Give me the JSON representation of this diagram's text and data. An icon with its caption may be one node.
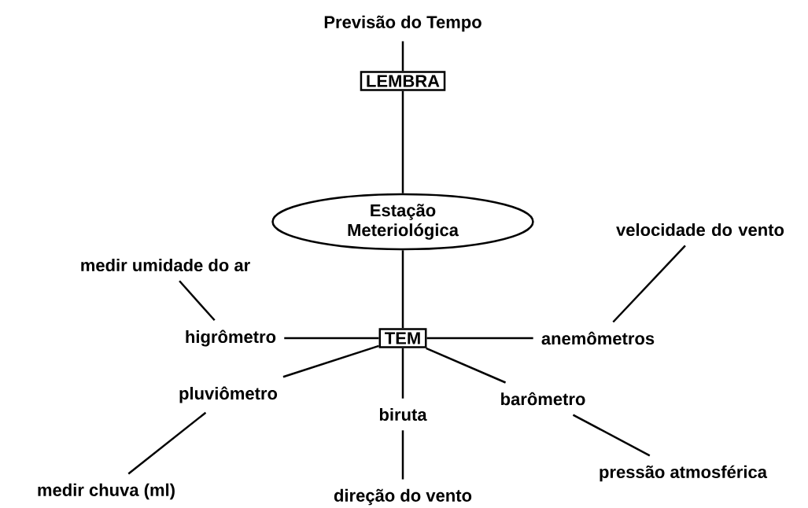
{
  "diagram": {
    "nodes": [
      {
        "text": [
          "Previsão do Tempo"
        ]
      },
      {
        "text": [
          "LEMBRA"
        ]
      },
      {
        "text": [
          "Estação Meteriológica"
        ]
      },
      {
        "text": [
          "TEM"
        ]
      },
      {
        "text": [
          "medir umidade do ar"
        ]
      },
      {
        "text": [
          "higrômetro"
        ]
      },
      {
        "text": [
          "velocidade do vento"
        ]
      },
      {
        "text": [
          "anemômetros"
        ]
      },
      {
        "text": [
          "pluviômetro"
        ]
      },
      {
        "text": [
          "biruta"
        ]
      },
      {
        "text": [
          "barômetro"
        ]
      },
      {
        "text": [
          "medir chuva (ml)"
        ]
      },
      {
        "text": [
          "direção do vento"
        ]
      },
      {
        "text": [
          "pressão atmosférica"
        ]
      }
    ],
    "edges": [
      {
        "from": 0,
        "to": 1,
        "arrow": "none"
      },
      {
        "from": 1,
        "to": 2,
        "arrow": "none"
      },
      {
        "from": 2,
        "to": 3,
        "arrow": "none"
      },
      {
        "from": 3,
        "to": 5,
        "arrow": "none"
      },
      {
        "from": 3,
        "to": 7,
        "arrow": "none"
      },
      {
        "from": 3,
        "to": 8,
        "arrow": "none"
      },
      {
        "from": 3,
        "to": 9,
        "arrow": "none"
      },
      {
        "from": 3,
        "to": 10,
        "arrow": "none"
      },
      {
        "from": 5,
        "to": 4,
        "arrow": "none"
      },
      {
        "from": 7,
        "to": 6,
        "arrow": "none"
      },
      {
        "from": 8,
        "to": 11,
        "arrow": "none"
      },
      {
        "from": 9,
        "to": 12,
        "arrow": "none"
      },
      {
        "from": 10,
        "to": 13,
        "arrow": "none"
      }
    ]
  }
}
